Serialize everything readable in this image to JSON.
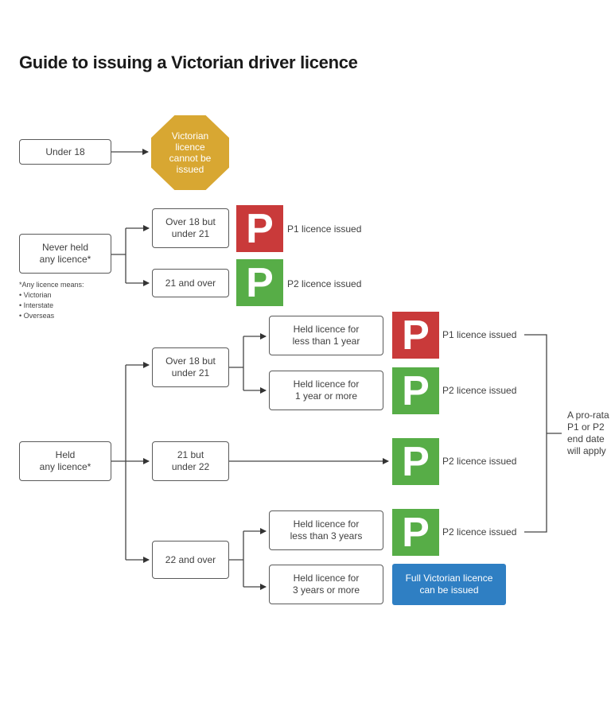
{
  "title": "Guide to issuing a Victorian driver licence",
  "colors": {
    "stop": "#d8a732",
    "p1": "#c93a3a",
    "p2": "#57ad47",
    "full": "#2f7fc3"
  },
  "under18": {
    "label": "Under 18",
    "result": "Victorian\nlicence\ncannot be\nissued"
  },
  "never_held": {
    "label": "Never held\nany licence*",
    "branches": [
      {
        "condition": "Over 18 but\nunder 21",
        "plate": "P",
        "result": "P1 licence issued"
      },
      {
        "condition": "21 and over",
        "plate": "P",
        "result": "P2 licence issued"
      }
    ],
    "note": {
      "heading": "*Any licence means:",
      "items": [
        "• Victorian",
        "• Interstate",
        "• Overseas"
      ]
    }
  },
  "held": {
    "label": "Held\nany licence*",
    "over18_under21": {
      "label": "Over 18 but\nunder 21",
      "sub": [
        {
          "condition": "Held licence for\nless than 1 year",
          "plate": "P",
          "result": "P1 licence issued"
        },
        {
          "condition": "Held licence for\n1 year or more",
          "plate": "P",
          "result": "P2 licence issued"
        }
      ]
    },
    "age21_under22": {
      "label": "21 but\nunder 22",
      "plate": "P",
      "result": "P2 licence issued"
    },
    "age22_over": {
      "label": "22 and over",
      "sub": [
        {
          "condition": "Held licence for\nless than 3 years",
          "plate": "P",
          "result": "P2 licence issued"
        },
        {
          "condition": "Held licence for\n3 years or more",
          "result": "Full Victorian licence\ncan be issued"
        }
      ]
    }
  },
  "prorata_note": "A pro-rata\nP1 or P2\nend date\nwill apply"
}
